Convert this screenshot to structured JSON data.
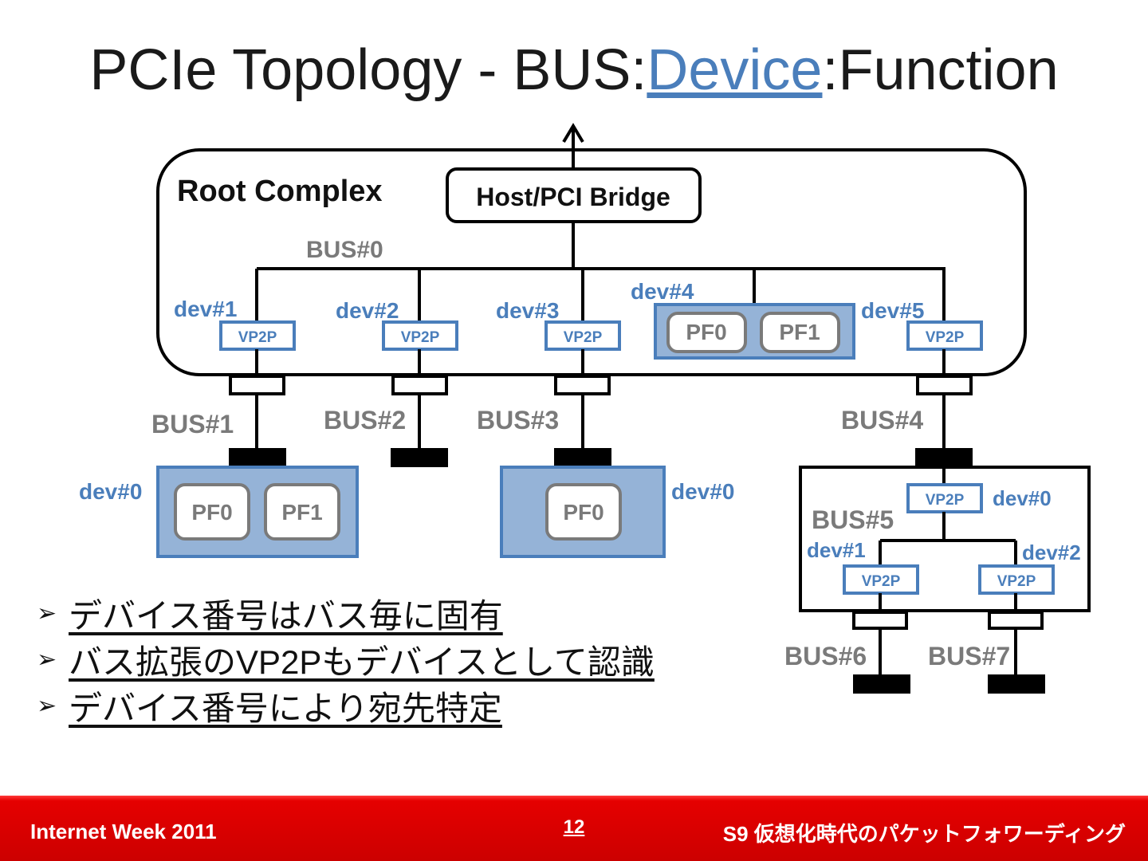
{
  "title": {
    "prefix": "PCIe Topology - BUS:",
    "highlight": "Device",
    "suffix": ":Function"
  },
  "root_complex": {
    "label": "Root Complex",
    "bridge": "Host/PCI Bridge",
    "bus": "BUS#0"
  },
  "devices": {
    "dev1": "dev#1",
    "dev2": "dev#2",
    "dev3": "dev#3",
    "dev4": "dev#4",
    "dev5": "dev#5"
  },
  "vp2p": "VP2P",
  "pf0": "PF0",
  "pf1": "PF1",
  "buses": {
    "bus1": "BUS#1",
    "bus2": "BUS#2",
    "bus3": "BUS#3",
    "bus4": "BUS#4",
    "bus5": "BUS#5",
    "bus6": "BUS#6",
    "bus7": "BUS#7"
  },
  "lower": {
    "left_dev": "dev#0",
    "mid_dev": "dev#0",
    "switch_dev0": "dev#0",
    "switch_dev1": "dev#1",
    "switch_dev2": "dev#2"
  },
  "bullets": [
    "デバイス番号はバス毎に固有",
    "バス拡張のVP2Pもデバイスとして認識",
    "デバイス番号により宛先特定"
  ],
  "bullet_mark": "➢",
  "footer": {
    "left": "Internet Week 2011",
    "page": "12",
    "right": "S9 仮想化時代のパケットフォワーディング"
  },
  "colors": {
    "accent": "#4a7ebb",
    "box_fill": "#95b3d7",
    "footer": "#cc0000"
  }
}
